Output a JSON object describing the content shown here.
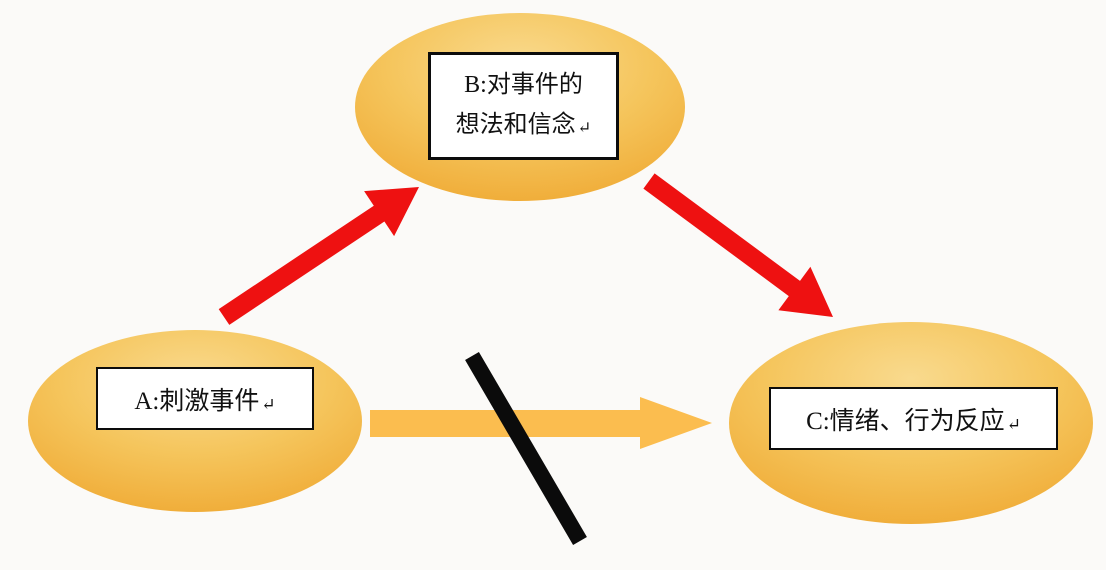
{
  "nodes": {
    "a": {
      "lines": [
        "A:刺激事件"
      ],
      "return_mark": "↵"
    },
    "b": {
      "lines": [
        "B:对事件的",
        "想法和信念"
      ],
      "return_mark": "↵"
    },
    "c": {
      "lines": [
        "C:情绪、行为反应"
      ],
      "return_mark": "↵"
    }
  },
  "arrows": [
    {
      "name": "a-to-b",
      "from": "A",
      "to": "B",
      "style": "red-solid"
    },
    {
      "name": "b-to-c",
      "from": "B",
      "to": "C",
      "style": "red-solid"
    },
    {
      "name": "a-to-c",
      "from": "A",
      "to": "C",
      "style": "yellow-solid",
      "crossed_out": true
    }
  ],
  "colors": {
    "background": "#FBFAF8",
    "ellipse_center": "#F9DA8E",
    "ellipse_mid": "#F5C55C",
    "ellipse_edge": "#EFA832",
    "red_arrow": "#EE1111",
    "yellow_arrow": "#FBBD4F",
    "blocker_black": "#0B0B0B",
    "box_border": "#0C0C0C",
    "box_background": "#FFFFFF",
    "text": "#111111"
  }
}
